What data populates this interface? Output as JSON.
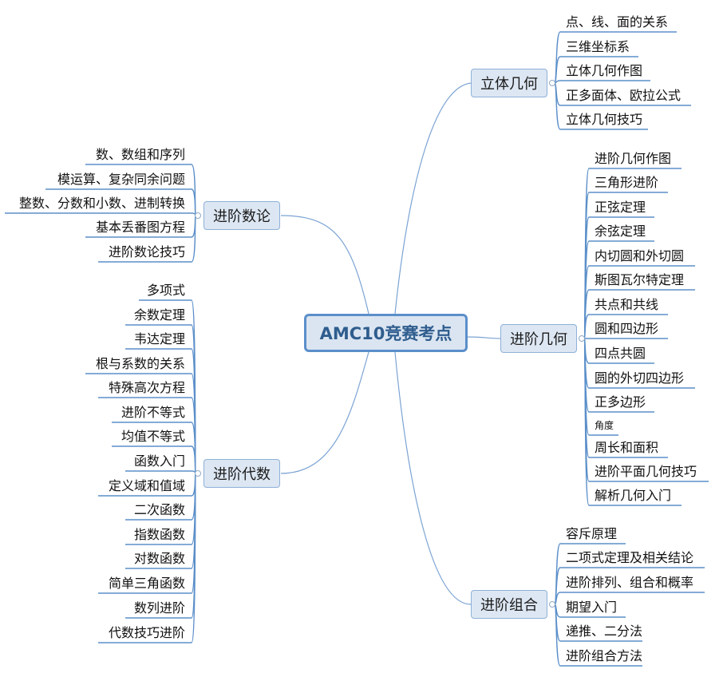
{
  "root": {
    "label": "AMC10竞赛考点"
  },
  "branches": {
    "solid": {
      "label": "立体几何",
      "items": [
        "点、线、面的关系",
        "三维坐标系",
        "立体几何作图",
        "正多面体、欧拉公式",
        "立体几何技巧"
      ]
    },
    "number": {
      "label": "进阶数论",
      "items": [
        "数、数组和序列",
        "模运算、复杂同余问题",
        "整数、分数和小数、进制转换",
        "基本丢番图方程",
        "进阶数论技巧"
      ]
    },
    "geometry": {
      "label": "进阶几何",
      "items": [
        "进阶几何作图",
        "三角形进阶",
        "正弦定理",
        "余弦定理",
        "内切圆和外切圆",
        "斯图瓦尔特定理",
        "共点和共线",
        "圆和四边形",
        "四点共圆",
        "圆的外切四边形",
        "正多边形",
        "角度",
        "周长和面积",
        "进阶平面几何技巧",
        "解析几何入门"
      ]
    },
    "algebra": {
      "label": "进阶代数",
      "items": [
        "多项式",
        "余数定理",
        "韦达定理",
        "根与系数的关系",
        "特殊高次方程",
        "进阶不等式",
        "均值不等式",
        "函数入门",
        "定义域和值域",
        "二次函数",
        "指数函数",
        "对数函数",
        "简单三角函数",
        "数列进阶",
        "代数技巧进阶"
      ]
    },
    "combinatorics": {
      "label": "进阶组合",
      "items": [
        "容斥原理",
        "二项式定理及相关结论",
        "进阶排列、组合和概率",
        "期望入门",
        "递推、二分法",
        "进阶组合方法"
      ]
    }
  },
  "colors": {
    "line": "#5b8fc9",
    "root_border": "#5b8fc9",
    "node_fill": "#dde7f3",
    "root_text": "#2f5d8e"
  }
}
